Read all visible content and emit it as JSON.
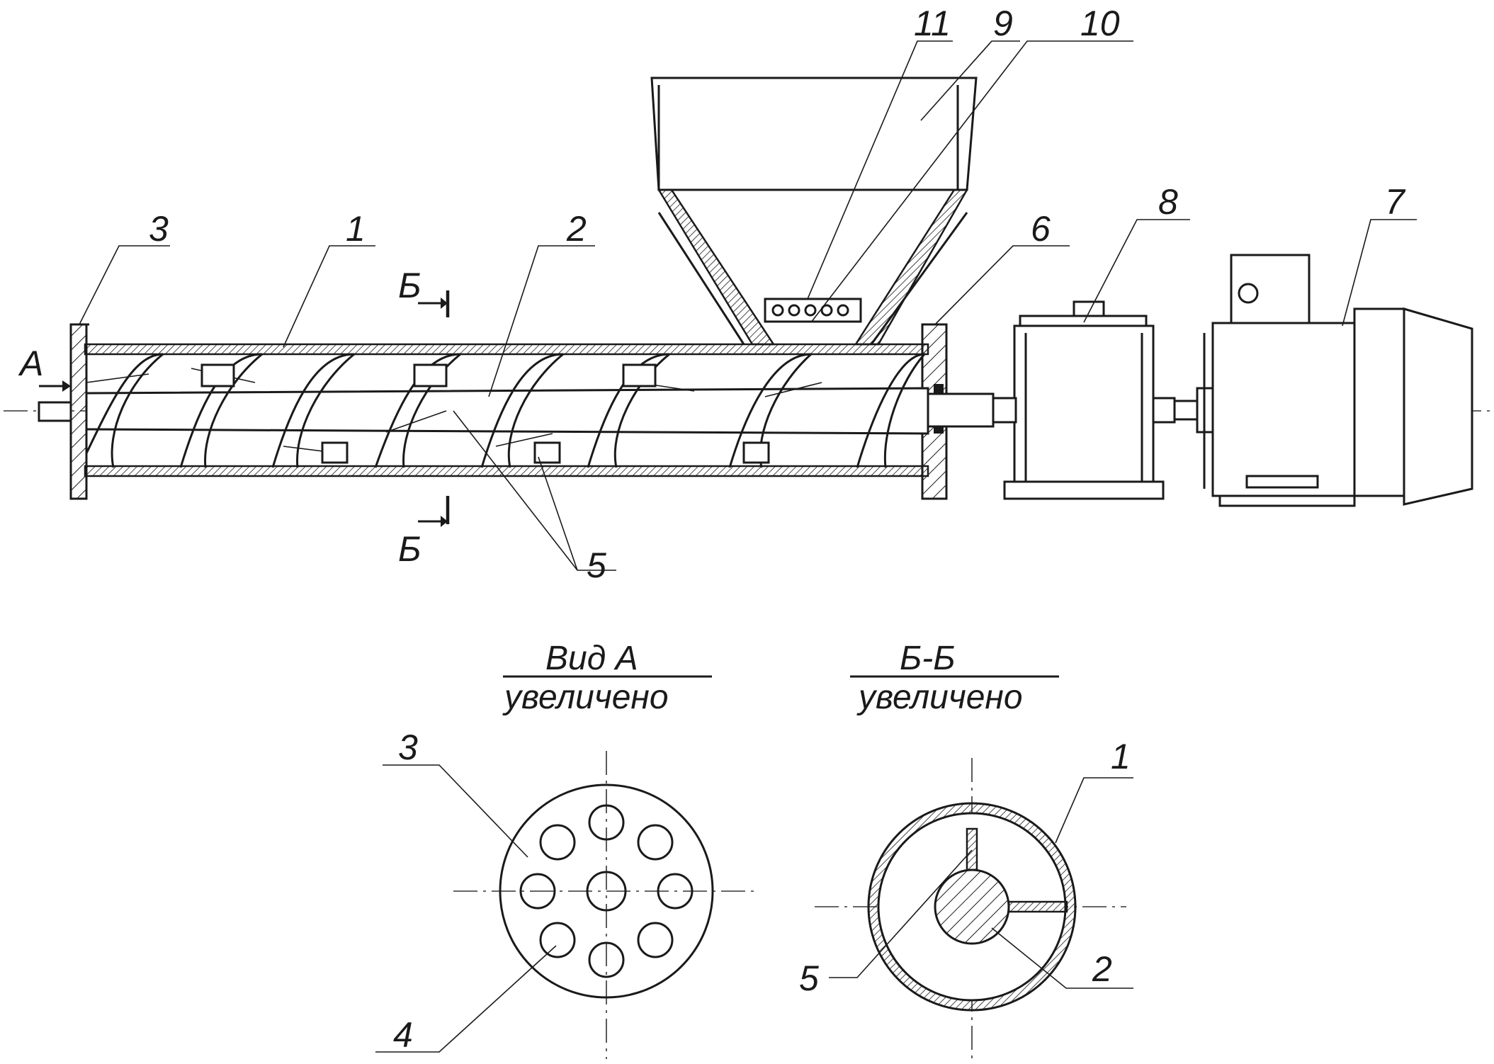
{
  "labels": {
    "n1": "1",
    "n2": "2",
    "n3": "3",
    "n4": "4",
    "n5": "5",
    "n6": "6",
    "n7": "7",
    "n8": "8",
    "n9": "9",
    "n10": "10",
    "n11": "11",
    "view_a": "А",
    "section_mark": "Б"
  },
  "detail_views": {
    "view_a_title": "Вид А",
    "view_a_caption": "увеличено",
    "section_title": "Б-Б",
    "section_caption": "увеличено"
  }
}
